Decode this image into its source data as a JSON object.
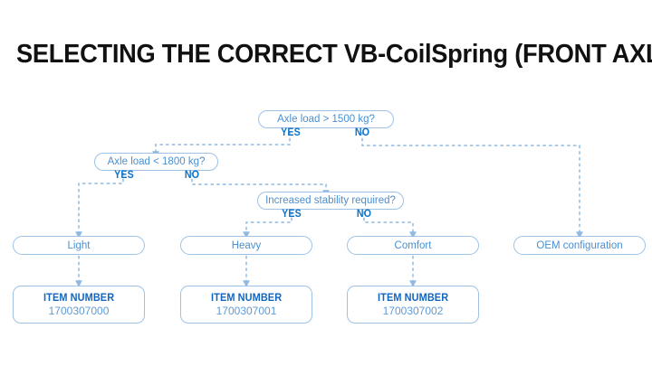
{
  "page": {
    "title": "SELECTING THE CORRECT VB-CoilSpring (FRONT AXLE)",
    "background_color": "#ffffff",
    "accent_color": "#0c72c8",
    "node_border_color": "#9dc2e6",
    "node_text_color": "#4a8fd0"
  },
  "flowchart": {
    "type": "decision-tree",
    "decisions": [
      {
        "id": "axle-load-1500",
        "question": "Axle load > 1500 kg?",
        "yes_label": "YES",
        "no_label": "NO"
      },
      {
        "id": "axle-load-1800",
        "question": "Axle load < 1800 kg?",
        "yes_label": "YES",
        "no_label": "NO"
      },
      {
        "id": "increased-stability",
        "question": "Increased stability required?",
        "yes_label": "YES",
        "no_label": "NO"
      }
    ],
    "results": [
      {
        "id": "light",
        "label": "Light"
      },
      {
        "id": "heavy",
        "label": "Heavy"
      },
      {
        "id": "comfort",
        "label": "Comfort"
      },
      {
        "id": "oem",
        "label": "OEM configuration"
      }
    ],
    "item_numbers": [
      {
        "id": "item-light",
        "heading": "ITEM NUMBER",
        "value": "1700307000"
      },
      {
        "id": "item-heavy",
        "heading": "ITEM NUMBER",
        "value": "1700307001"
      },
      {
        "id": "item-comfort",
        "heading": "ITEM NUMBER",
        "value": "1700307002"
      }
    ]
  }
}
